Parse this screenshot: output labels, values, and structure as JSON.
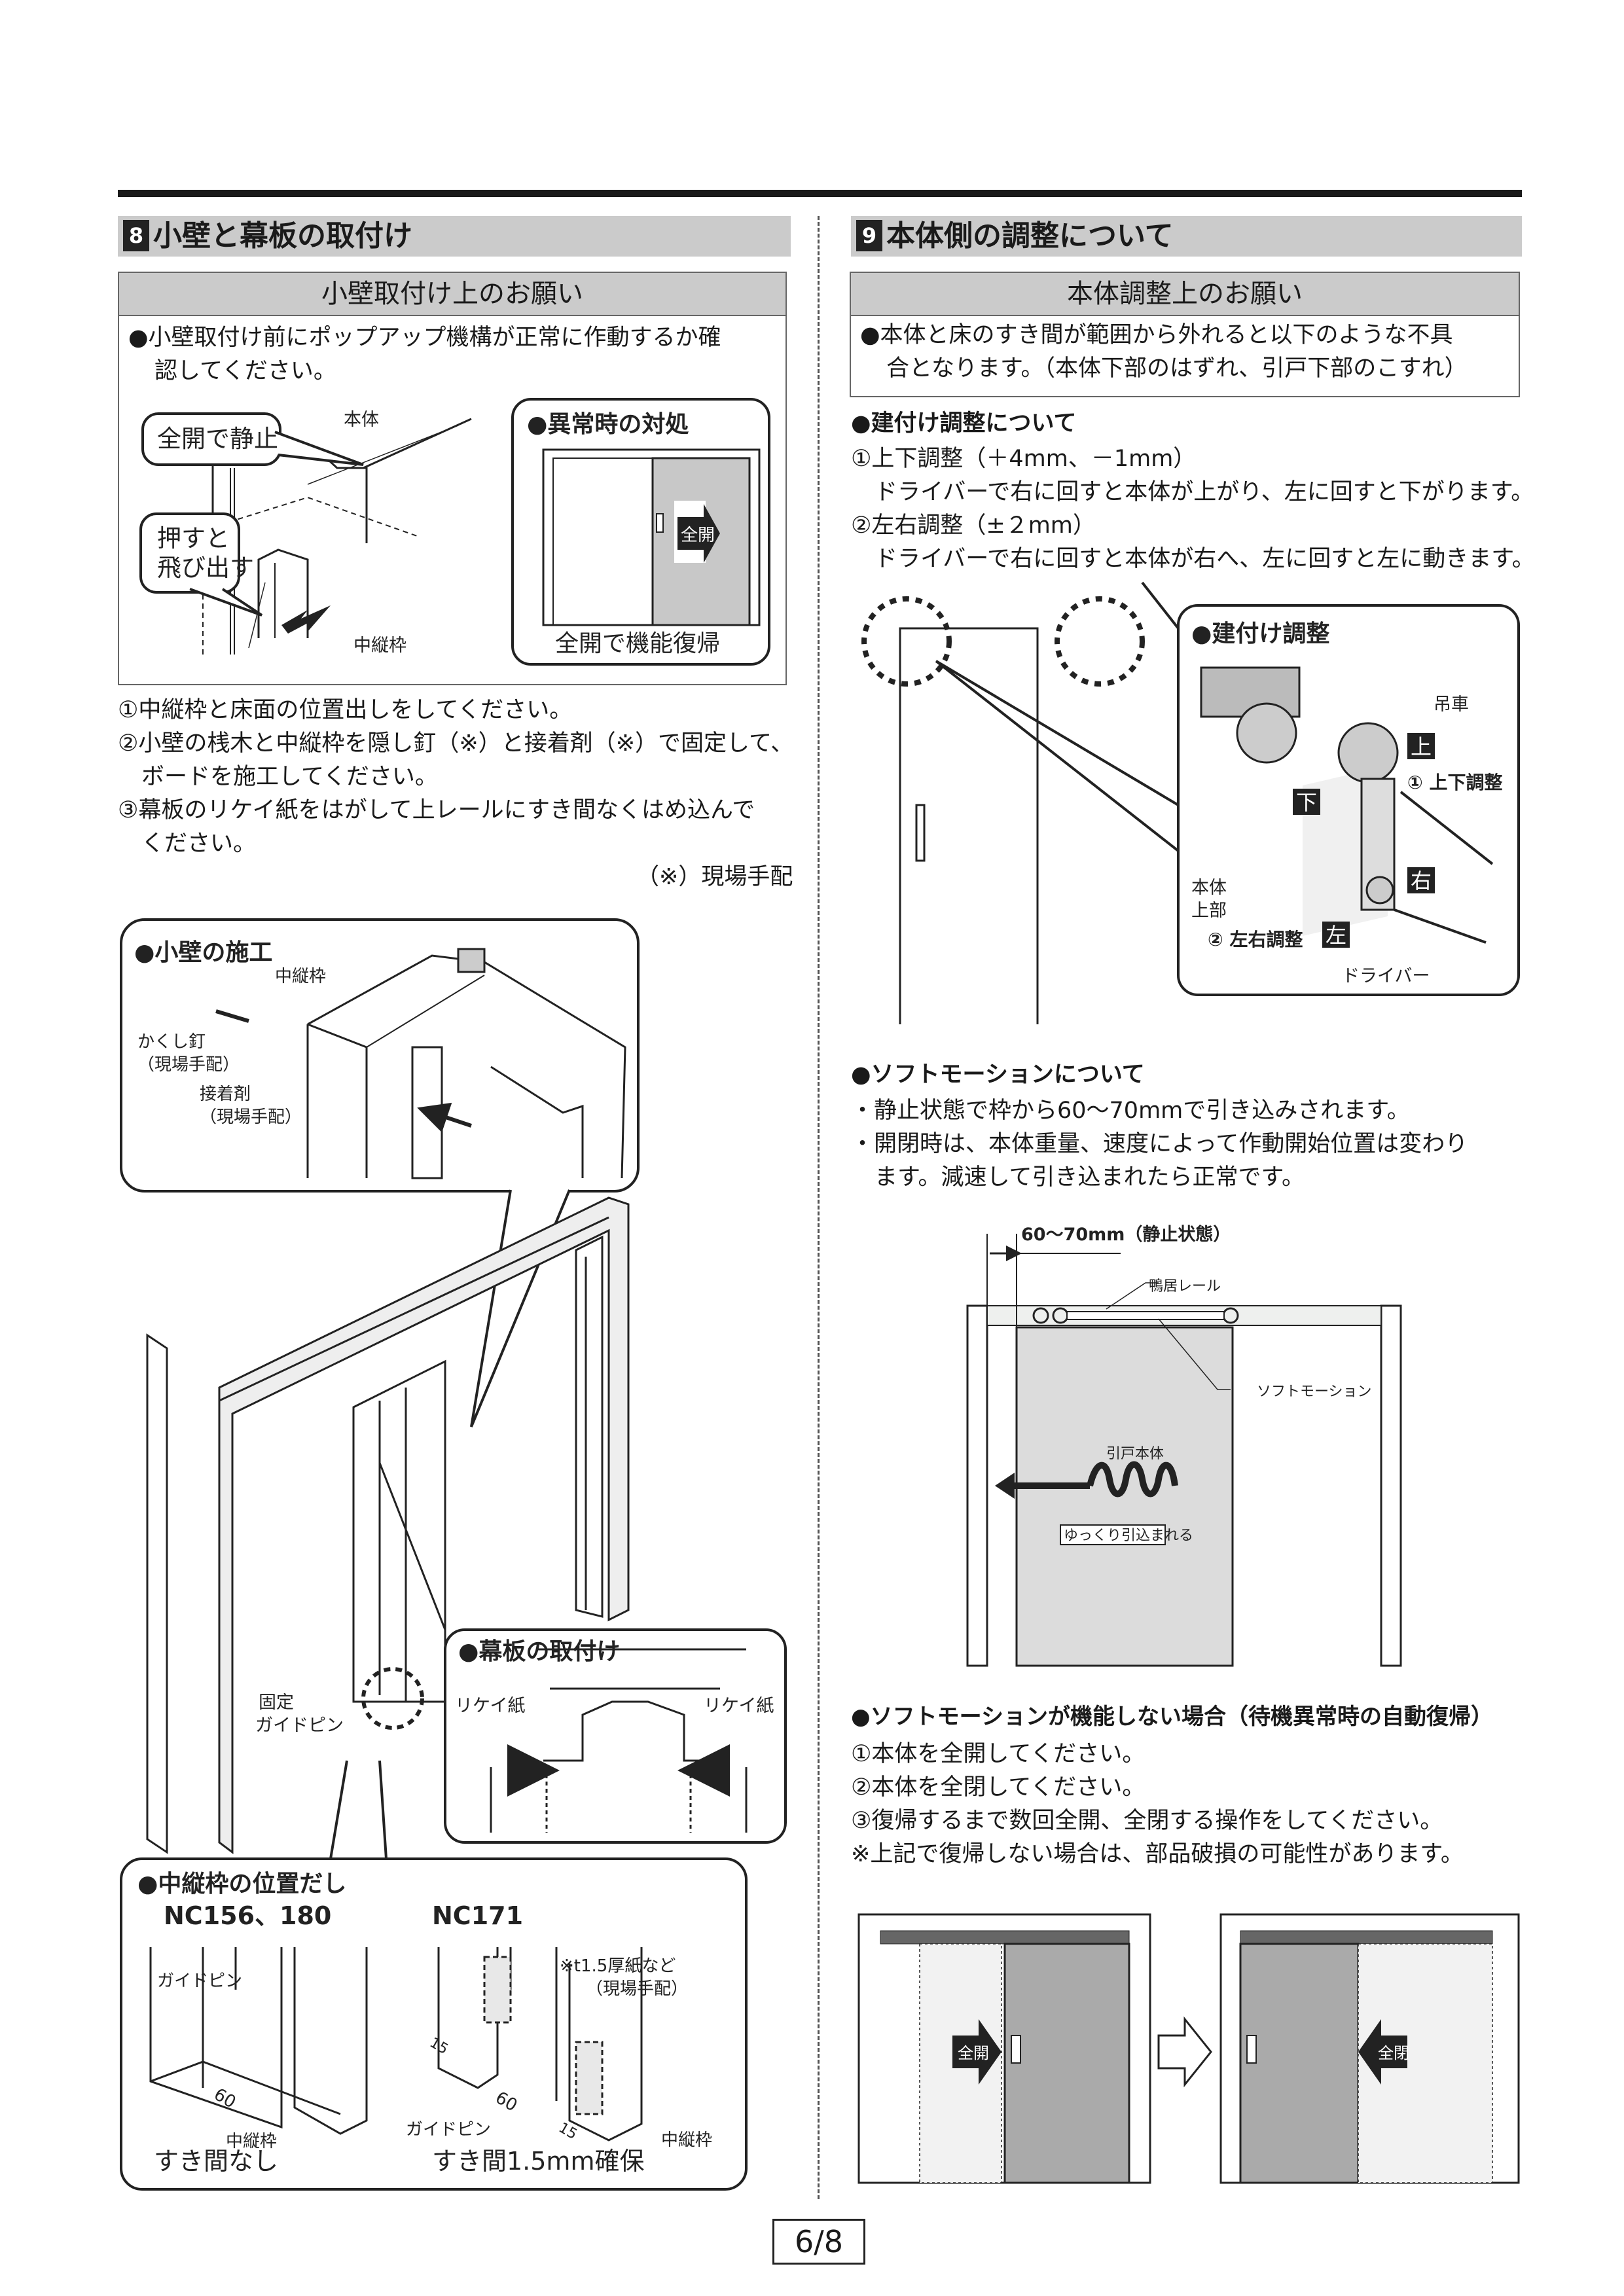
{
  "page_number": "6/8",
  "section8": {
    "number": "8",
    "title": "小壁と幕板の取付け",
    "notice_title": "小壁取付け上のお願い",
    "notice_line1": "●小壁取付け前にポップアップ機構が正常に作動するか確",
    "notice_line2": "認してください。",
    "callout_stop": "全開で静止",
    "callout_push1": "押すと",
    "callout_push2": "飛び出す",
    "label_body": "本体",
    "label_midframe": "中縦枠",
    "abnormal_title": "●異常時の対処",
    "abnormal_arrow": "全開",
    "abnormal_caption": "全開で機能復帰",
    "steps": [
      "①中縦枠と床面の位置出しをしてください。",
      "②小壁の桟木と中縦枠を隠し釘（※）と接着剤（※）で固定して、",
      "ボードを施工してください。",
      "③幕板のリケイ紙をはがして上レールにすき間なくはめ込んで",
      "ください。"
    ],
    "footnote": "（※）現場手配",
    "wall_panel": {
      "title": "●小壁の施工",
      "midframe": "中縦枠",
      "nail1": "かくし釘",
      "nail2": "（現場手配）",
      "glue1": "接着剤",
      "glue2": "（現場手配）"
    },
    "guide_pin1": "固定",
    "guide_pin2": "ガイドピン",
    "valance_panel": {
      "title": "●幕板の取付け",
      "release_left": "リケイ紙",
      "release_right": "リケイ紙"
    },
    "position_panel": {
      "title": "●中縦枠の位置だし",
      "model_a": "NC156、180",
      "model_b": "NC171",
      "guide_pin_a": "ガイドピン",
      "guide_pin_b": "ガイドピン",
      "dim_60a": "60",
      "dim_60b": "60",
      "dim_15a": "15",
      "dim_15b": "15",
      "midframe_a": "中縦枠",
      "midframe_b": "中縦枠",
      "paper1": "※t1.5厚紙など",
      "paper2": "（現場手配）",
      "caption_a": "すき間なし",
      "caption_b": "すき間1.5mm確保"
    }
  },
  "section9": {
    "number": "9",
    "title": "本体側の調整について",
    "notice_title": "本体調整上のお願い",
    "notice_line1": "●本体と床のすき間が範囲から外れると以下のような不具",
    "notice_line2": "合となります。（本体下部のはずれ、引戸下部のこすれ）",
    "adjust_heading": "●建付け調整について",
    "adjust_lines": [
      "①上下調整（＋4mm、－1mm）",
      "ドライバーで右に回すと本体が上がり、左に回すと下がります。",
      "②左右調整（±２mm）",
      "ドライバーで右に回すと本体が右へ、左に回すと左に動きます。"
    ],
    "adjust_panel": {
      "title": "●建付け調整",
      "hanger": "吊車",
      "up": "上",
      "down": "下",
      "right": "右",
      "left": "左",
      "updown": "① 上下調整",
      "leftright": "② 左右調整",
      "body1": "本体",
      "body2": "上部",
      "driver": "ドライバー"
    },
    "soft_heading": "●ソフトモーションについて",
    "soft_lines": [
      "・静止状態で枠から60～70mmで引き込みされます。",
      "・開閉時は、本体重量、速度によって作動開始位置は変わり",
      "ます。減速して引き込まれたら正常です。"
    ],
    "soft_diagram": {
      "dimension": "60～70mm（静止状態）",
      "rail": "鴨居レール",
      "softmotion": "ソフトモーション",
      "door": "引戸本体",
      "slow": "ゆっくり引込まれる"
    },
    "fail_heading": "●ソフトモーションが機能しない場合（待機異常時の自動復帰）",
    "fail_lines": [
      "①本体を全開してください。",
      "②本体を全閉してください。",
      "③復帰するまで数回全開、全閉する操作をしてください。",
      "※上記で復帰しない場合は、部品破損の可能性があります。"
    ],
    "open_label": "全開",
    "close_label": "全閉"
  }
}
